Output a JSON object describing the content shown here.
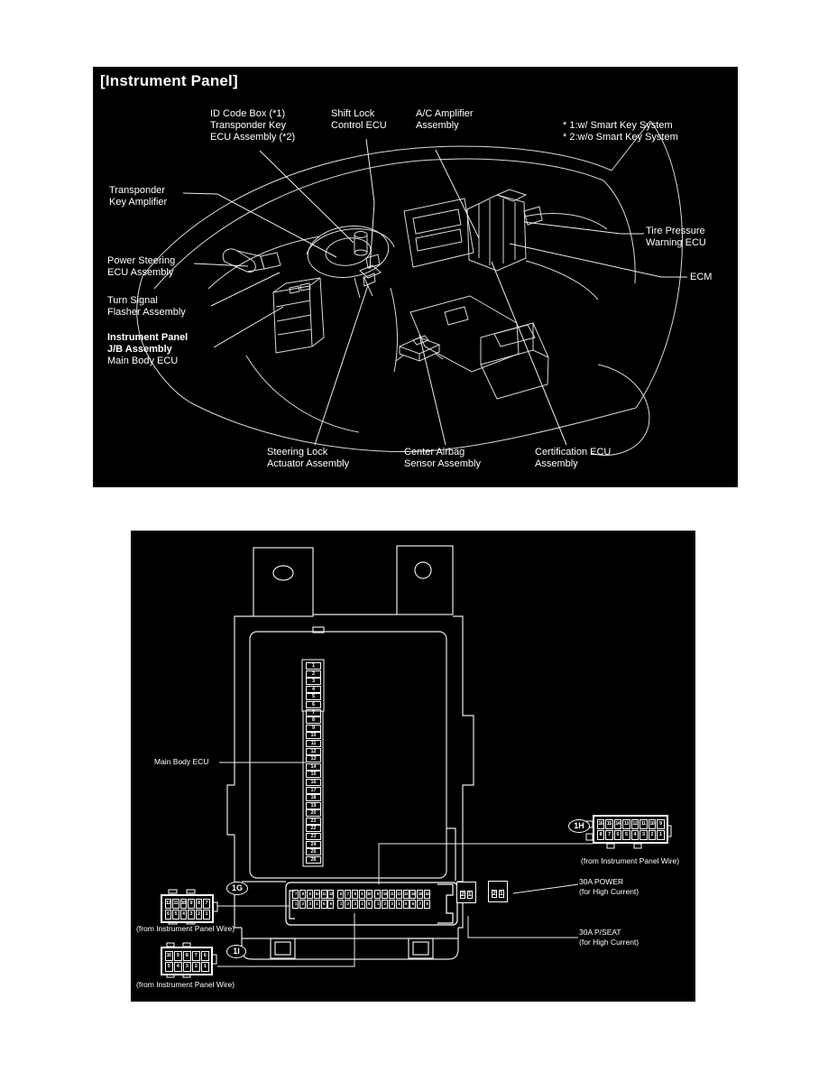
{
  "colors": {
    "page_bg": "#ffffff",
    "panel_bg": "#000000",
    "line": "#d9d9d9",
    "text": "#ffffff"
  },
  "instrument_panel": {
    "title": "[Instrument Panel]",
    "labels": {
      "id_code_box": {
        "lines": [
          "ID Code Box (*1)",
          "Transponder Key",
          "ECU Assembly (*2)"
        ]
      },
      "shift_lock": {
        "lines": [
          "Shift Lock",
          "Control ECU"
        ]
      },
      "ac_amplifier": {
        "lines": [
          "A/C Amplifier",
          "Assembly"
        ]
      },
      "smart_key_note": {
        "lines": [
          "* 1:w/ Smart Key System",
          "* 2:w/o Smart Key System"
        ]
      },
      "transponder_key_amplifier": {
        "lines": [
          "Transponder",
          "Key Amplifier"
        ]
      },
      "power_steering": {
        "lines": [
          "Power Steering",
          "ECU Assembly"
        ]
      },
      "turn_signal": {
        "lines": [
          "Turn Signal",
          "Flasher Assembly"
        ]
      },
      "ip_jb": {
        "lines_bold": [
          "Instrument Panel",
          "J/B Assembly"
        ],
        "lines_normal": [
          "Main Body ECU"
        ]
      },
      "tire_pressure": {
        "lines": [
          "Tire Pressure",
          "Warning ECU"
        ]
      },
      "ecm": {
        "lines": [
          "ECM"
        ]
      },
      "steering_lock": {
        "lines": [
          "Steering Lock",
          "Actuator Assembly"
        ]
      },
      "center_airbag": {
        "lines": [
          "Center Airbag",
          "Sensor Assembly"
        ]
      },
      "certification_ecu": {
        "lines": [
          "Certification ECU",
          "Assembly"
        ]
      }
    }
  },
  "junction_block": {
    "main_body_ecu_label": "Main Body ECU",
    "ecu_strip_pins": [
      "1",
      "2",
      "3",
      "4",
      "5",
      "6",
      "7",
      "8",
      "9",
      "10",
      "11",
      "12",
      "13",
      "14",
      "15",
      "16",
      "17",
      "18",
      "19",
      "20",
      "21",
      "22",
      "23",
      "24",
      "25",
      "26"
    ],
    "connector_1g": {
      "label": "1G",
      "top_row": [
        "12",
        "11",
        "10",
        "9",
        "8",
        "7"
      ],
      "bottom_row": [
        "6",
        "5",
        "4",
        "3",
        "2",
        "1"
      ],
      "caption": "(from Instrument Panel Wire)"
    },
    "connector_1h": {
      "label": "1H",
      "top_row": [
        "16",
        "15",
        "14",
        "13",
        "12",
        "11",
        "10",
        "9"
      ],
      "bottom_row": [
        "8",
        "7",
        "6",
        "5",
        "4",
        "3",
        "2",
        "1"
      ],
      "caption": "(from Instrument Panel Wire)"
    },
    "connector_1i": {
      "label": "1I",
      "top_row": [
        "10",
        "9",
        "8",
        "7",
        "6"
      ],
      "bottom_row": [
        "5",
        "4",
        "3",
        "2",
        "1"
      ],
      "caption": "(from Instrument Panel Wire)"
    },
    "bottom_connector_sections": [
      {
        "top_row": [
          "7",
          "8",
          "9",
          "10",
          "11",
          "12"
        ],
        "bottom_row": [
          "1",
          "2",
          "3",
          "4",
          "5",
          "6"
        ]
      },
      {
        "top_row": [
          "6",
          "7",
          "8",
          "9",
          "10"
        ],
        "bottom_row": [
          "1",
          "2",
          "3",
          "4",
          "5"
        ]
      },
      {
        "top_row": [
          "9",
          "10",
          "11",
          "12",
          "13",
          "14",
          "15",
          "16"
        ],
        "bottom_row": [
          "1",
          "2",
          "3",
          "4",
          "5",
          "6",
          "7",
          "8"
        ]
      }
    ],
    "fuse_power": {
      "cells": [
        "2",
        "1"
      ],
      "label_lines": [
        "30A POWER",
        "(for High Current)"
      ]
    },
    "fuse_pseat": {
      "cells": [
        "2",
        "1"
      ],
      "label_lines": [
        "30A P/SEAT",
        "(for High Current)"
      ]
    }
  }
}
